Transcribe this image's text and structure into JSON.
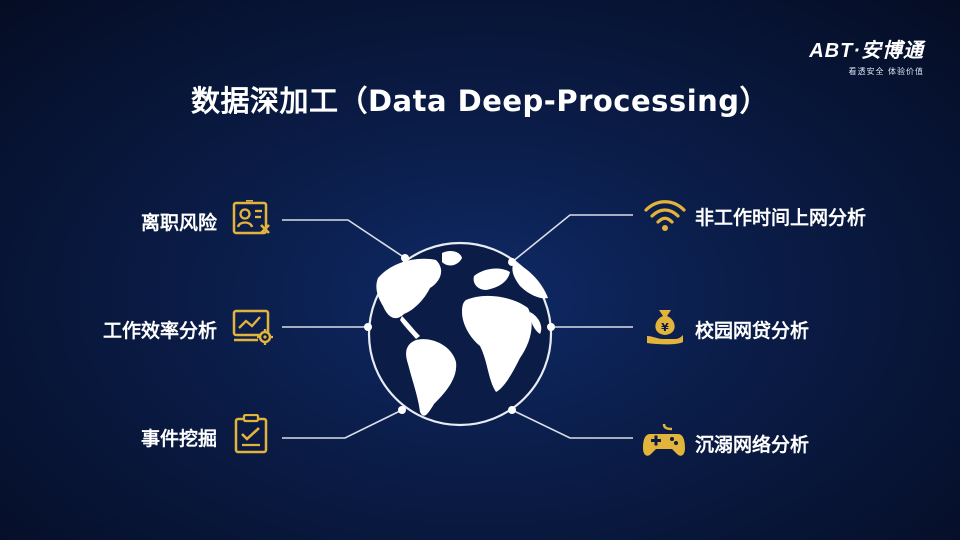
{
  "title": "数据深加工（Data Deep-Processing）",
  "logo": {
    "brand_latin": "ABT·",
    "brand_cn": "安博通",
    "tagline": "看透安全  体验价值"
  },
  "left_items": [
    {
      "label": "离职风险",
      "icon": "employee-badge-x-icon"
    },
    {
      "label": "工作效率分析",
      "icon": "monitor-gear-icon"
    },
    {
      "label": "事件挖掘",
      "icon": "clipboard-check-icon"
    }
  ],
  "right_items": [
    {
      "label": "非工作时间上网分析",
      "icon": "wifi-icon"
    },
    {
      "label": "校园网贷分析",
      "icon": "money-bag-hand-icon"
    },
    {
      "label": "沉溺网络分析",
      "icon": "gamepad-icon"
    }
  ],
  "colors": {
    "background": "#0a1b45",
    "icon_gold": "#e3b43c",
    "text": "#ffffff",
    "line": "#d9dee8"
  }
}
